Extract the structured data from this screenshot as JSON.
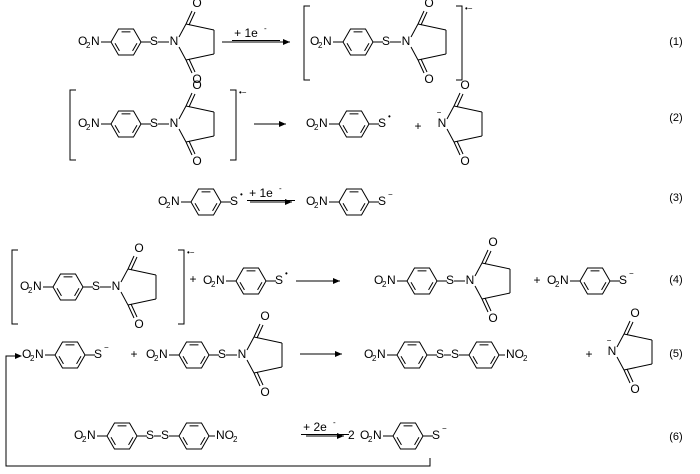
{
  "reactions": [
    {
      "number": "(1)",
      "arrow_label": "+ 1e",
      "arrow_label_sup": "-"
    },
    {
      "number": "(2)",
      "arrow_label": "",
      "arrow_label_sup": ""
    },
    {
      "number": "(3)",
      "arrow_label": "+ 1e",
      "arrow_label_sup": "-"
    },
    {
      "number": "(4)",
      "arrow_label": "",
      "arrow_label_sup": ""
    },
    {
      "number": "(5)",
      "arrow_label": "",
      "arrow_label_sup": ""
    },
    {
      "number": "(6)",
      "arrow_label": "+ 2e",
      "arrow_label_sup": "-"
    }
  ],
  "labels": {
    "nitro_O": "O",
    "nitro_sub": "2",
    "nitro_N": "N",
    "nitro_right": "NO",
    "sulfur": "S",
    "nitrogen": "N",
    "oxygen": "O",
    "plus": "+",
    "radical_anion": "•−",
    "minus": "−",
    "dot": "•",
    "coefficient": "2"
  }
}
